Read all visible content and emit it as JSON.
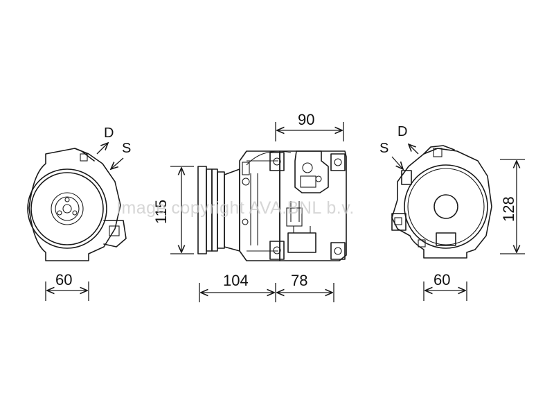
{
  "watermark": "Image copyright AVA.BNL b.v.",
  "views": {
    "left": {
      "width_label": "60",
      "port_d": "D",
      "port_s": "S"
    },
    "side": {
      "top_label": "90",
      "height_label": "115",
      "pulley_section_label": "104",
      "body_section_label": "78"
    },
    "right": {
      "width_label": "60",
      "height_label": "128",
      "port_d": "D",
      "port_s": "S"
    }
  },
  "colors": {
    "line": "#1a1a1a",
    "watermark": "#c9c9c9",
    "background": "#ffffff"
  }
}
